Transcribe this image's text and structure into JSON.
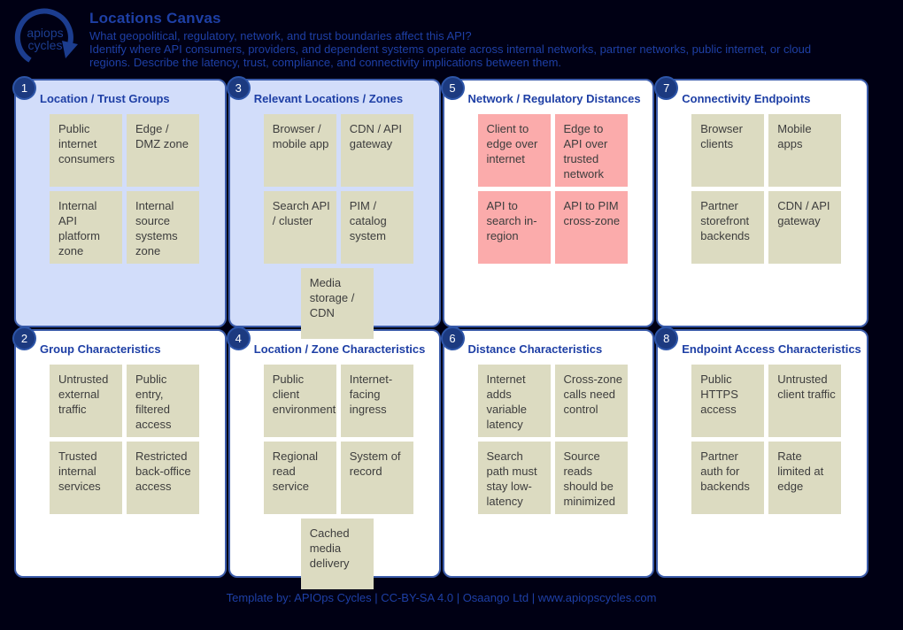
{
  "header": {
    "logo": {
      "line1": "apiops",
      "line2": "cycles",
      "icon": "circular-arrow-cycle-icon"
    },
    "title": "Locations Canvas",
    "description_lines": [
      "What geopolitical, regulatory, network, and trust boundaries affect this API?",
      "Identify where API consumers, providers, and dependent systems operate across internal networks, partner networks, public internet, or cloud",
      "regions. Describe the latency, trust, compliance, and connectivity implications between them."
    ]
  },
  "panels": [
    {
      "number": "1",
      "title": "Location / Trust Groups",
      "notes": [
        "Public internet consumers",
        "Edge / DMZ zone",
        "Internal API platform zone",
        "Internal source systems zone"
      ]
    },
    {
      "number": "2",
      "title": "Group Characteristics",
      "notes": [
        "Untrusted external traffic",
        "Public entry, filtered access",
        "Trusted internal services",
        "Restricted back-office access"
      ]
    },
    {
      "number": "3",
      "title": "Relevant Locations / Zones",
      "notes": [
        "Browser / mobile app",
        "CDN / API gateway",
        "Search API / cluster",
        "PIM / catalog system"
      ],
      "center_note": "Media storage / CDN"
    },
    {
      "number": "4",
      "title": "Location / Zone Characteristics",
      "notes": [
        "Public client environment",
        "Internet-facing ingress",
        "Regional read service",
        "System of record"
      ],
      "center_note": "Cached media delivery"
    },
    {
      "number": "5",
      "title": "Network / Regulatory Distances",
      "notes": [
        "Client to edge over internet",
        "Edge to API over trusted network",
        "API to search in-region",
        "API to PIM cross-zone"
      ]
    },
    {
      "number": "6",
      "title": "Distance Characteristics",
      "notes": [
        "Internet adds variable latency",
        "Cross-zone calls need control",
        "Search path must stay low-latency",
        "Source reads should be minimized"
      ]
    },
    {
      "number": "7",
      "title": "Connectivity Endpoints",
      "notes": [
        "Browser clients",
        "Mobile apps",
        "Partner storefront backends",
        "CDN / API gateway"
      ]
    },
    {
      "number": "8",
      "title": "Endpoint Access Characteristics",
      "notes": [
        "Public HTTPS access",
        "Untrusted client traffic",
        "Partner auth for backends",
        "Rate limited at edge"
      ]
    }
  ],
  "footer": {
    "text": "Template by: APIOps Cycles | CC-BY-SA 4.0 | Osaango Ltd | www.apiopscycles.com"
  },
  "colors": {
    "background": "#000014",
    "accent_blue": "#1e3fa5",
    "panel_border": "#3c5caa",
    "panel_blue_bg": "#d2ddfa",
    "panel_white_bg": "#ffffff",
    "badge_bg": "#1c3a80",
    "note_beige": "#dcdbc1",
    "note_pink": "#fbabab",
    "note_text": "#3d3d3d"
  }
}
